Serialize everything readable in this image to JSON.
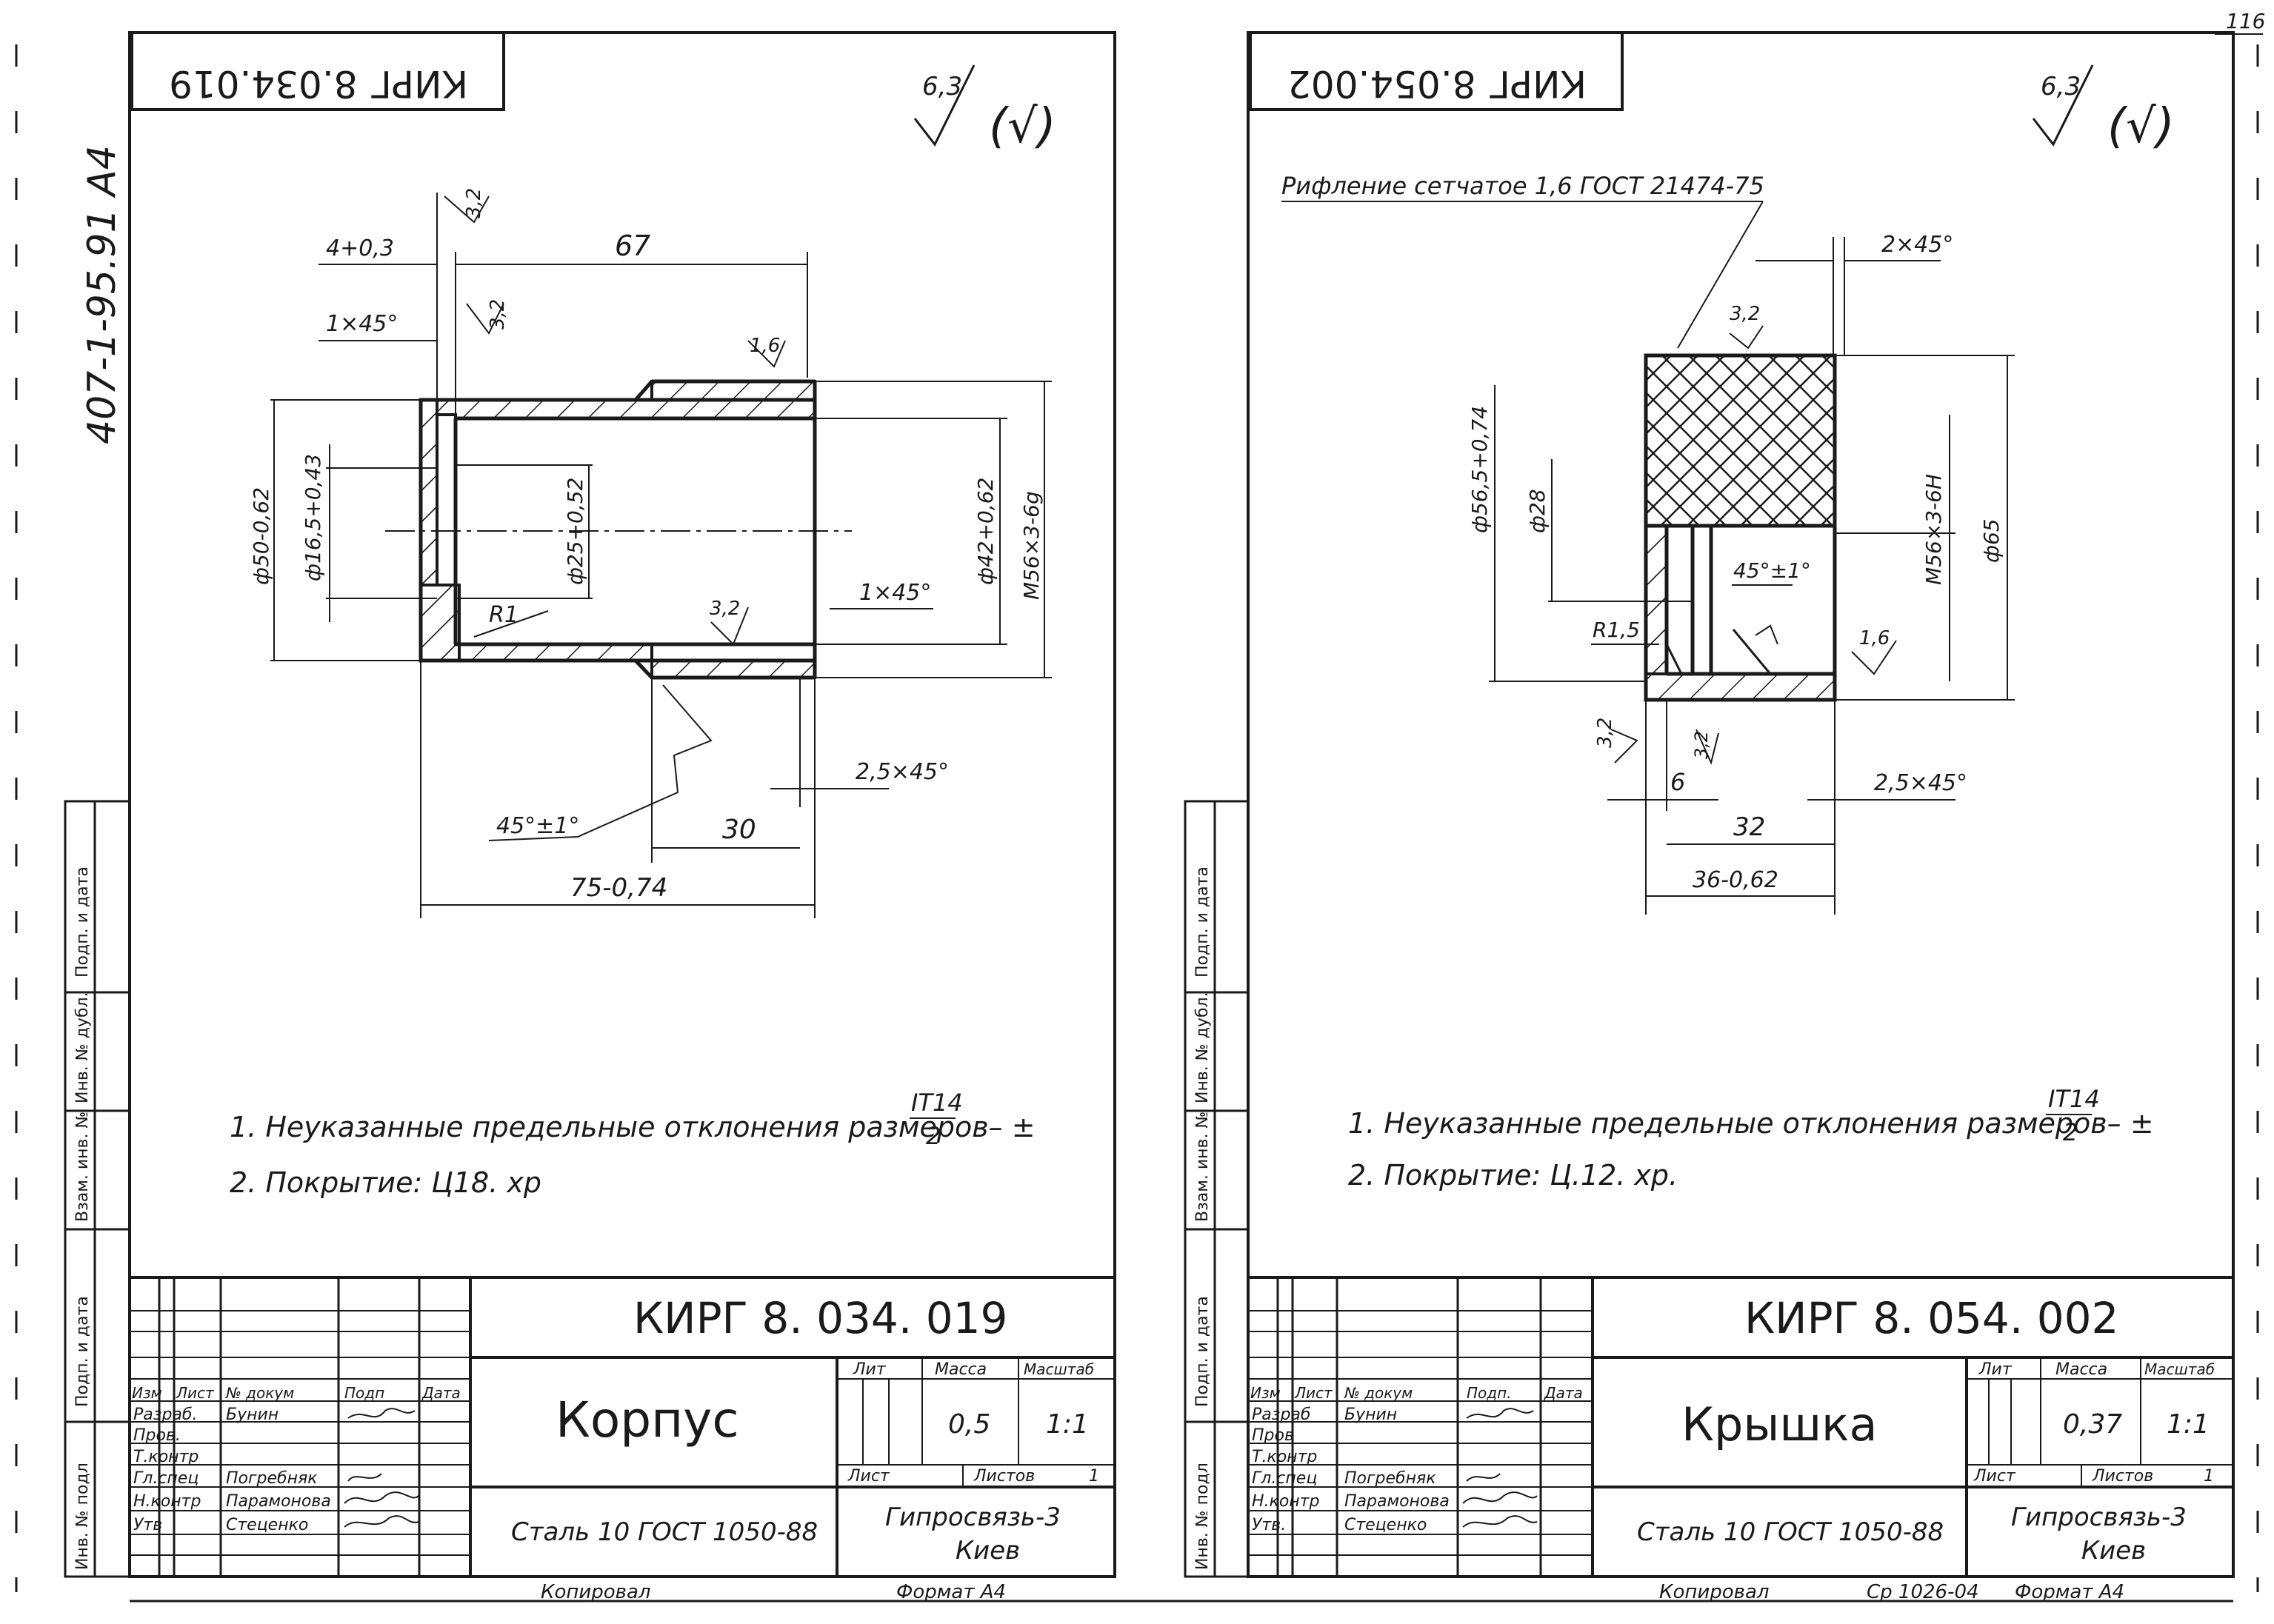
{
  "page_number": "116",
  "left_margin_code": "407-1-95.91  А4",
  "side_stamp": {
    "cells": [
      "Подп. и дата",
      "Инв. № дубл.",
      "Взам. инв. №",
      "Подп. и дата",
      "Инв. № подл."
    ],
    "left_cells": [
      "Подп. и дата",
      "Инв. № дубл.",
      "Взам. инв. №",
      "Подп. и дата",
      "Инв. № подл"
    ],
    "right_cells": [
      "Подп. и дата",
      "Инв. № дубл.",
      "Взам. инв. №",
      "Подп. и дата",
      "Инв. № подл"
    ]
  },
  "sheets": [
    {
      "id": "left",
      "mirrored_code": "КИРГ 8.034.019",
      "roughness_general": "6,3",
      "roughness_bracket": "(√)",
      "knurling_note": "",
      "dims": {
        "d_top_offset": "4+0,3",
        "d_67": "67",
        "chamfer_1x45": "1×45°",
        "r_3_2_a": "3,2",
        "r_3_2_b": "3,2",
        "r_1_6": "1,6",
        "d_phi50": "ф50-0,62",
        "d_phi16": "ф16,5+0,43",
        "d_phi25": "ф25+0,52",
        "d_phi42": "ф42+0,62",
        "d_m56": "М56×3-6g",
        "r1": "R1",
        "r_3_2_c": "3,2",
        "chamfer_right": "1×45°",
        "chamfer_2_5": "2,5×45°",
        "angle": "45°±1°",
        "d_30": "30",
        "d_75": "75-0,74"
      },
      "notes": [
        "1. Неуказанные предельные отклонения размеров– ±",
        "2. Покрытие: Ц18. хр"
      ],
      "note_fraction_num": "IT14",
      "note_fraction_den": "2",
      "title_block": {
        "code": "КИРГ 8. 034. 019",
        "name": "Корпус",
        "material": "Сталь 10 ГОСТ 1050-88",
        "org_line1": "Гипросвязь-3",
        "org_line2": "Киев",
        "col_lit": "Лит",
        "col_mass": "Масса",
        "col_scale": "Масштаб",
        "mass": "0,5",
        "scale": "1:1",
        "sheet_label": "Лист",
        "sheets_label": "Листов",
        "sheets_value": "1",
        "header_cols": [
          "Изм",
          "Лист",
          "№ докум",
          "Подп",
          "Дата"
        ],
        "rows": [
          {
            "role": "Разраб.",
            "name": "Бунин"
          },
          {
            "role": "Пров.",
            "name": ""
          },
          {
            "role": "Т.контр",
            "name": ""
          },
          {
            "role": "Гл.спец",
            "name": "Погребняк"
          },
          {
            "role": "Н.контр",
            "name": "Парамонова"
          },
          {
            "role": "Утв",
            "name": "Стеценко"
          }
        ],
        "footer_copied": "Копировал",
        "footer_format": "Формат  А4"
      }
    },
    {
      "id": "right",
      "mirrored_code": "КИРГ 8.054.002",
      "roughness_general": "6,3",
      "roughness_bracket": "(√)",
      "knurling_note": "Рифление сетчатое 1,6 ГОСТ 21474-75",
      "dims": {
        "chamfer_2x45": "2×45°",
        "r_3_2_top": "3,2",
        "d_phi56": "ф56,5+0,74",
        "d_phi28": "ф28",
        "d_m56": "М56×3-6Н",
        "d_phi65": "ф65",
        "angle": "45°±1°",
        "r1_5": "R1,5",
        "r_1_6": "1,6",
        "r_3_2_left": "3,2",
        "r_3_2_small": "3,2",
        "d_6": "6",
        "chamfer_2_5": "2,5×45°",
        "d_32": "32",
        "d_36": "36-0,62"
      },
      "notes": [
        "1. Неуказанные предельные отклонения размеров– ±",
        "2. Покрытие: Ц.12. хр."
      ],
      "note_fraction_num": "IT14",
      "note_fraction_den": "2",
      "title_block": {
        "code": "КИРГ 8. 054. 002",
        "name": "Крышка",
        "material": "Сталь 10 ГОСТ 1050-88",
        "org_line1": "Гипросвязь-3",
        "org_line2": "Киев",
        "col_lit": "Лит",
        "col_mass": "Масса",
        "col_scale": "Масштаб",
        "mass": "0,37",
        "scale": "1:1",
        "sheet_label": "Лист",
        "sheets_label": "Листов",
        "sheets_value": "1",
        "header_cols": [
          "Изм",
          "Лист",
          "№ докум",
          "Подп.",
          "Дата"
        ],
        "rows": [
          {
            "role": "Разраб",
            "name": "Бунин"
          },
          {
            "role": "Пров",
            "name": ""
          },
          {
            "role": "Т.контр",
            "name": ""
          },
          {
            "role": "Гл.спец",
            "name": "Погребняк"
          },
          {
            "role": "Н.контр",
            "name": "Парамонова"
          },
          {
            "role": "Утв.",
            "name": "Стеценко"
          }
        ],
        "footer_copied": "Копировал",
        "footer_extra": "Ср 1026-04",
        "footer_format": "Формат  А4"
      }
    }
  ]
}
